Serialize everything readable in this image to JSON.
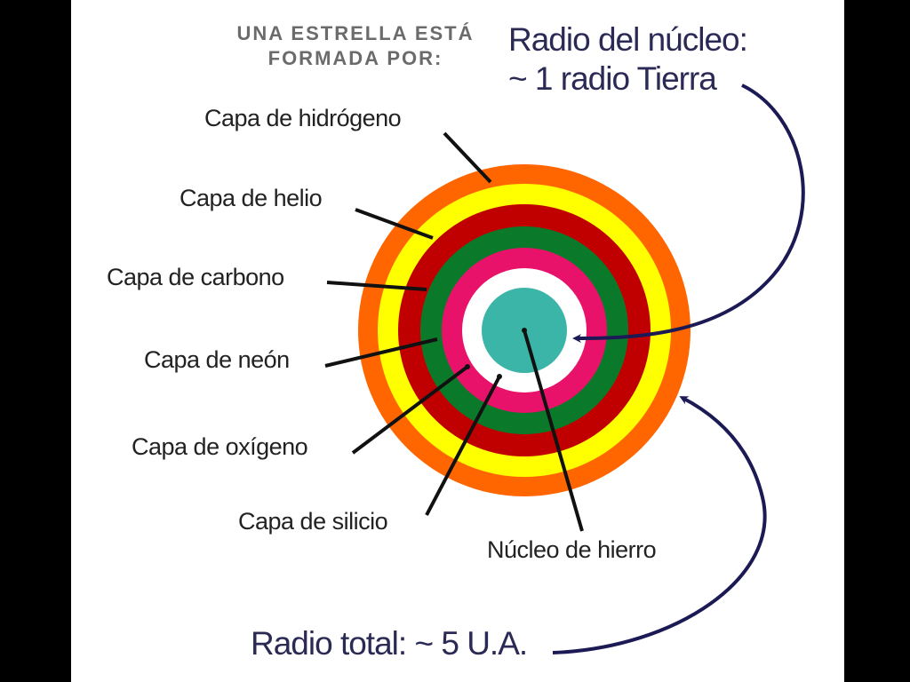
{
  "title": {
    "line1": "UNA ESTRELLA ESTÁ",
    "line2": "FORMADA POR:"
  },
  "core_radius": {
    "line1": "Radio del núcleo:",
    "line2": "~ 1 radio Tierra"
  },
  "total_radius": "Radio total: ~ 5 U.A.",
  "layers": [
    {
      "label": "Capa de hidrógeno",
      "color": "#ff6600"
    },
    {
      "label": "Capa de helio",
      "color": "#ffff00"
    },
    {
      "label": "Capa de carbono",
      "color": "#c00000"
    },
    {
      "label": "Capa de neón",
      "color": "#0a7a2a"
    },
    {
      "label": "Capa de oxígeno",
      "color": "#e8126a"
    },
    {
      "label": "Capa de silicio",
      "color": "#ffffff"
    }
  ],
  "core": {
    "label": "Núcleo de hierro",
    "color": "#3ab5a8"
  },
  "colors": {
    "arrow": "#1c1a55",
    "pointer": "#111111",
    "title": "#6b6b6b"
  }
}
